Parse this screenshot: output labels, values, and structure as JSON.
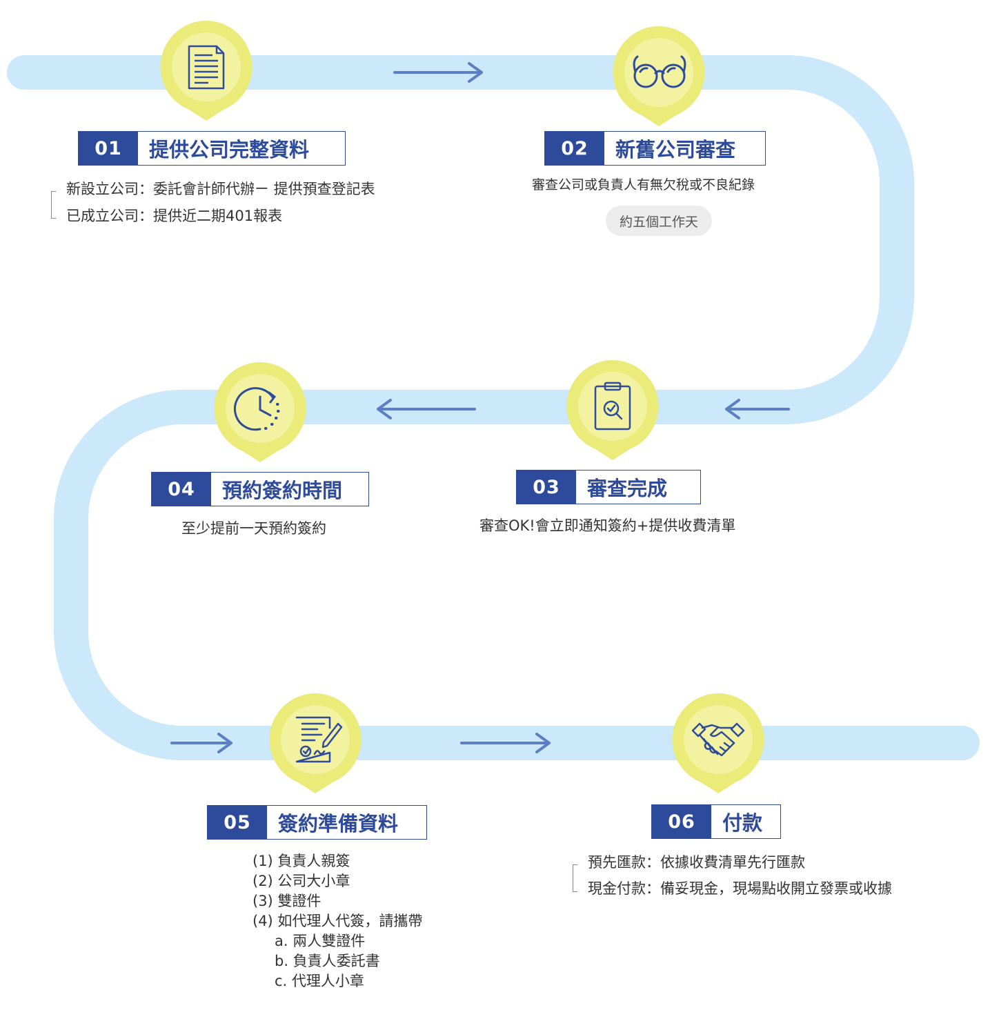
{
  "colors": {
    "track": "#cce8fb",
    "arrow": "#5b7ec4",
    "pin_outer": "#ebeb7a",
    "pin_inner": "#f2f2a0",
    "icon": "#2e4a9a",
    "badge": "#2e4a9a"
  },
  "steps": [
    {
      "num": "01",
      "title": "提供公司完整資料",
      "icon": "document-icon",
      "notes": [
        "新設立公司：委託會計師代辦ㄧ 提供預查登記表",
        "已成立公司：提供近二期401報表"
      ]
    },
    {
      "num": "02",
      "title": "新舊公司審查",
      "icon": "glasses-icon",
      "desc": "審查公司或負責人有無欠稅或不良紀錄",
      "pill": "約五個工作天"
    },
    {
      "num": "03",
      "title": "審查完成",
      "icon": "clipboard-search-icon",
      "desc": "審查OK!會立即通知簽約+提供收費清單"
    },
    {
      "num": "04",
      "title": "預約簽約時間",
      "icon": "clock-icon",
      "desc": "至少提前一天預約簽約"
    },
    {
      "num": "05",
      "title": "簽約準備資料",
      "icon": "contract-sign-icon",
      "list": [
        "(1) 負責人親簽",
        "(2) 公司大小章",
        "(3) 雙證件",
        "(4) 如代理人代簽，請攜帶"
      ],
      "sublist": [
        "a. 兩人雙證件",
        "b. 負責人委託書",
        "c. 代理人小章"
      ]
    },
    {
      "num": "06",
      "title": "付款",
      "icon": "handshake-icon",
      "notes": [
        "預先匯款：依據收費清單先行匯款",
        "現金付款：備妥現金，現場點收開立發票或收據"
      ]
    }
  ]
}
